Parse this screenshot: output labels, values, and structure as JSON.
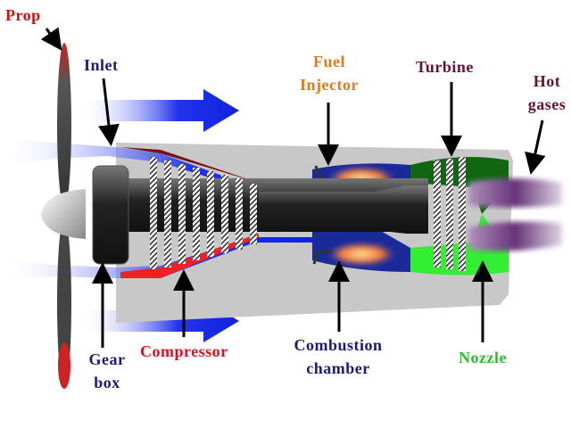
{
  "title": "Turboprop engine diagram",
  "labels": {
    "prop": "Prop",
    "inlet": "Inlet",
    "fuel_injector": [
      "Fuel",
      "Injector"
    ],
    "turbine": "Turbine",
    "hot_gases": [
      "Hot",
      "gases"
    ],
    "gear_box": [
      "Gear",
      "box"
    ],
    "compressor": "Compressor",
    "combustion_chamber": [
      "Combustion",
      "chamber"
    ],
    "nozzle": "Nozzle"
  },
  "colors": {
    "prop": "#cc1111",
    "inlet": "#1a1a7a",
    "fuel_injector": "#e07a20",
    "turbine": "#661133",
    "hot_gases": "#661133",
    "gear_box": "#1a1a7a",
    "compressor": "#dd1122",
    "combustion_chamber": "#1a1a7a",
    "nozzle": "#33bb33",
    "airflow": "#1111dd",
    "exhaust": "#663377",
    "casing": "#c8c8c8"
  }
}
